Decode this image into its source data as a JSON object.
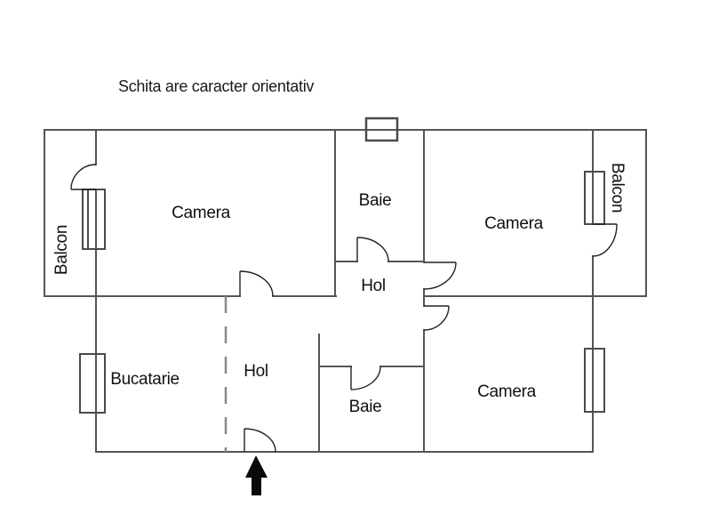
{
  "title": "Schita are caracter orientativ",
  "rooms": {
    "balcon_left": "Balcon",
    "camera_top_left": "Camera",
    "baie_top": "Baie",
    "hol_mid": "Hol",
    "camera_top_right": "Camera",
    "balcon_right": "Balcon",
    "bucatarie": "Bucatarie",
    "hol_bottom": "Hol",
    "baie_bottom": "Baie",
    "camera_bottom_right": "Camera"
  },
  "entrance": {
    "icon": "up-arrow"
  },
  "colors": {
    "wall": "#555555",
    "door_line": "#222222",
    "dashed_partition": "#888888",
    "arrow": "#0a0a0a",
    "text": "#111111",
    "background": "#ffffff"
  }
}
